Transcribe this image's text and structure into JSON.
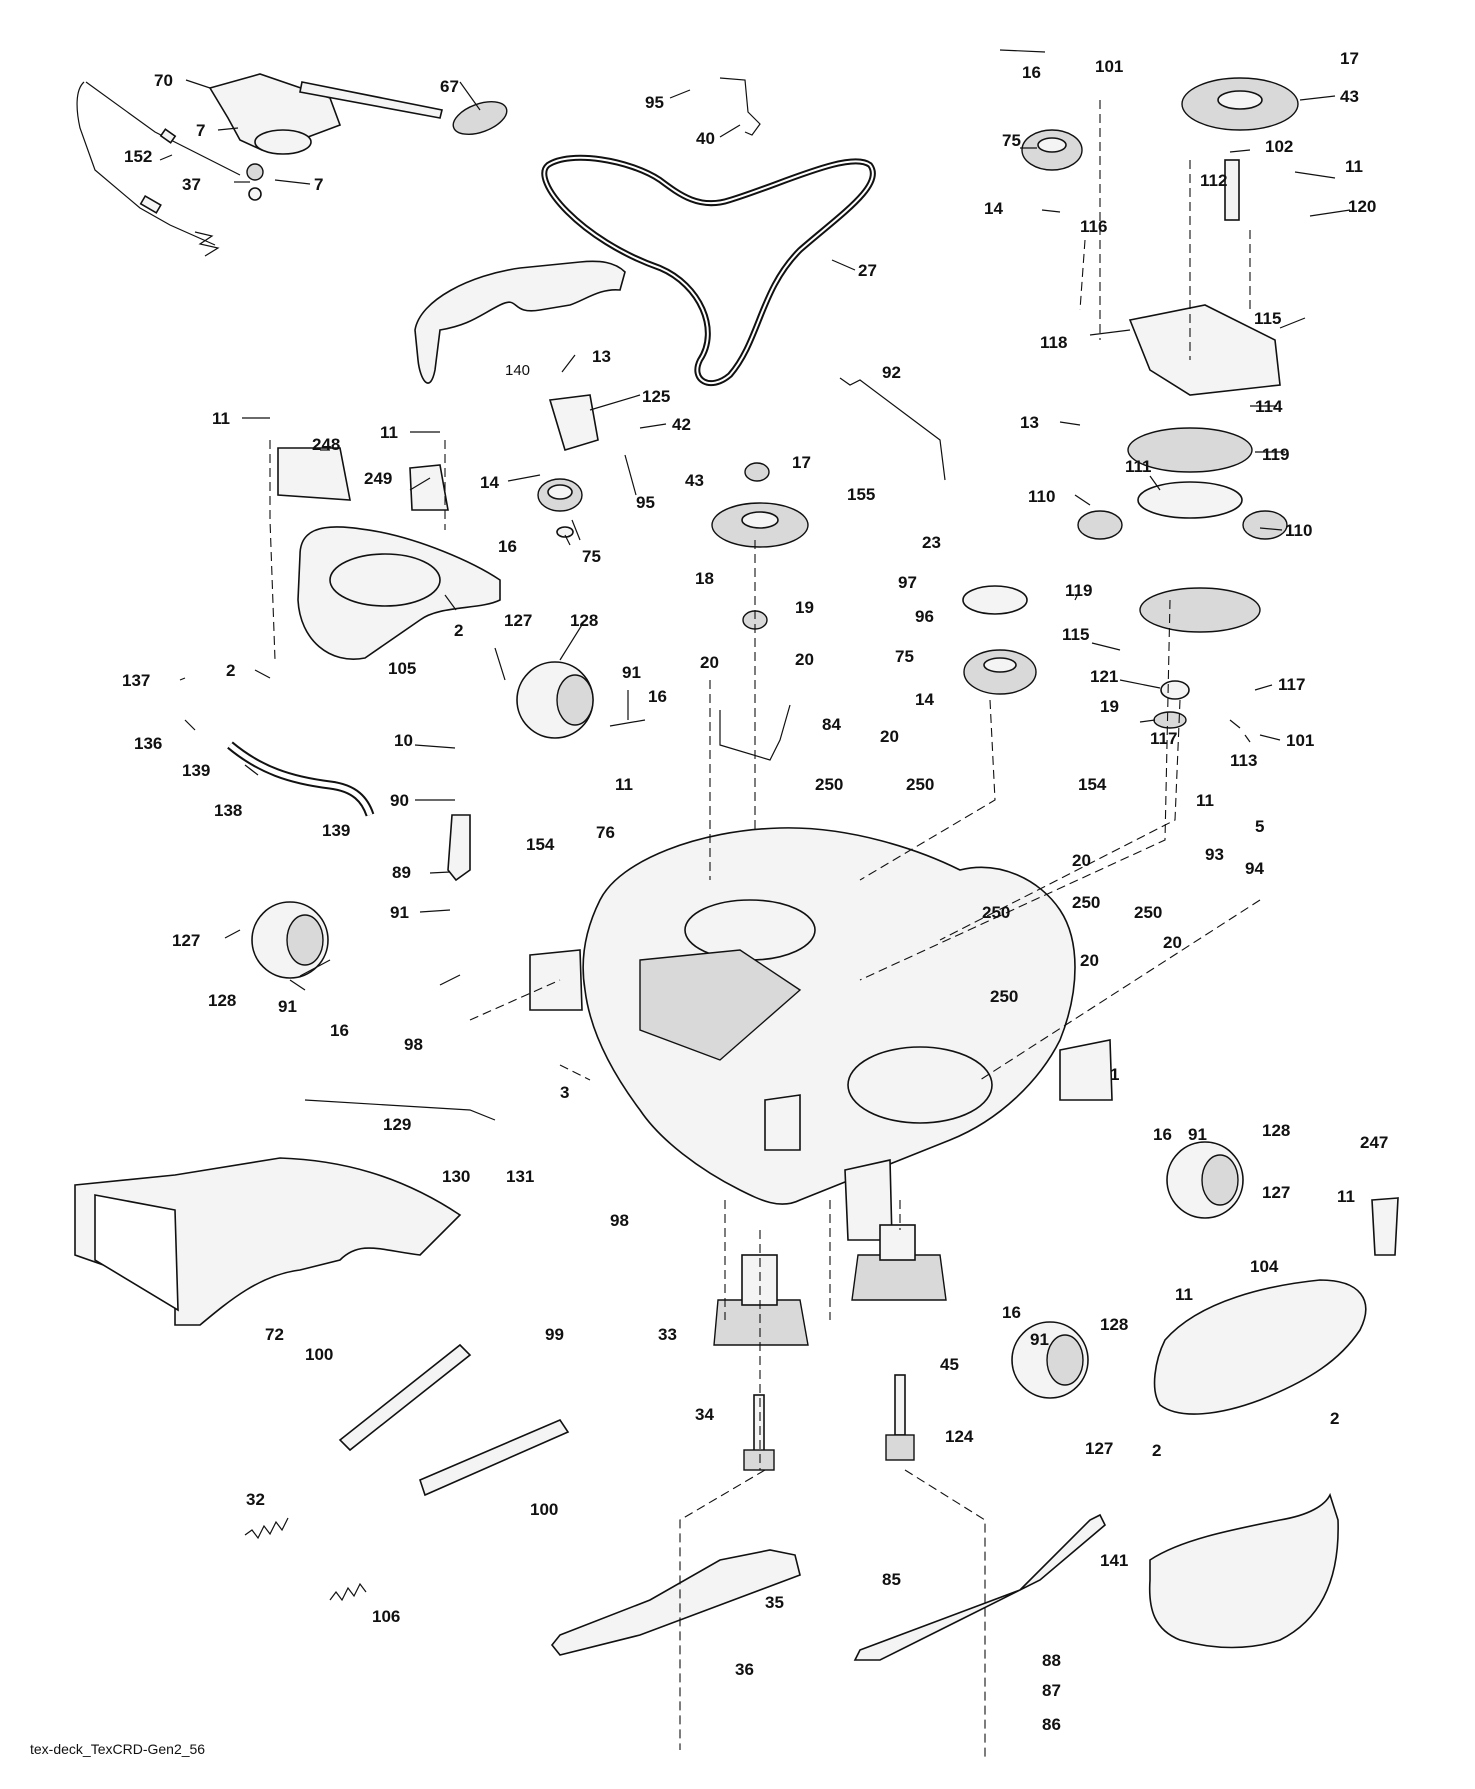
{
  "diagram": {
    "caption": "tex-deck_TexCRD-Gen2_56",
    "callouts": [
      "70",
      "67",
      "7",
      "7",
      "152",
      "37",
      "95",
      "40",
      "27",
      "140",
      "13",
      "125",
      "42",
      "14",
      "95",
      "16",
      "75",
      "11",
      "248",
      "11",
      "249",
      "2",
      "105",
      "2",
      "127",
      "128",
      "91",
      "16",
      "137",
      "136",
      "139",
      "138",
      "139",
      "10",
      "90",
      "89",
      "91",
      "127",
      "128",
      "91",
      "16",
      "98",
      "3",
      "129",
      "130",
      "131",
      "72",
      "98",
      "100",
      "99",
      "100",
      "32",
      "106",
      "16",
      "101",
      "17",
      "43",
      "75",
      "102",
      "112",
      "11",
      "14",
      "116",
      "120",
      "118",
      "115",
      "13",
      "114",
      "119",
      "110",
      "111",
      "110",
      "92",
      "155",
      "43",
      "17",
      "18",
      "19",
      "23",
      "97",
      "96",
      "75",
      "119",
      "115",
      "121",
      "117",
      "19",
      "117",
      "113",
      "101",
      "20",
      "20",
      "84",
      "14",
      "11",
      "20",
      "250",
      "250",
      "76",
      "154",
      "154",
      "11",
      "93",
      "5",
      "94",
      "20",
      "250",
      "250",
      "20",
      "250",
      "20",
      "250",
      "1",
      "16",
      "91",
      "128",
      "127",
      "11",
      "247",
      "104",
      "11",
      "2",
      "2",
      "33",
      "45",
      "16",
      "91",
      "128",
      "34",
      "124",
      "127",
      "35",
      "85",
      "36",
      "88",
      "87",
      "86",
      "141"
    ]
  }
}
